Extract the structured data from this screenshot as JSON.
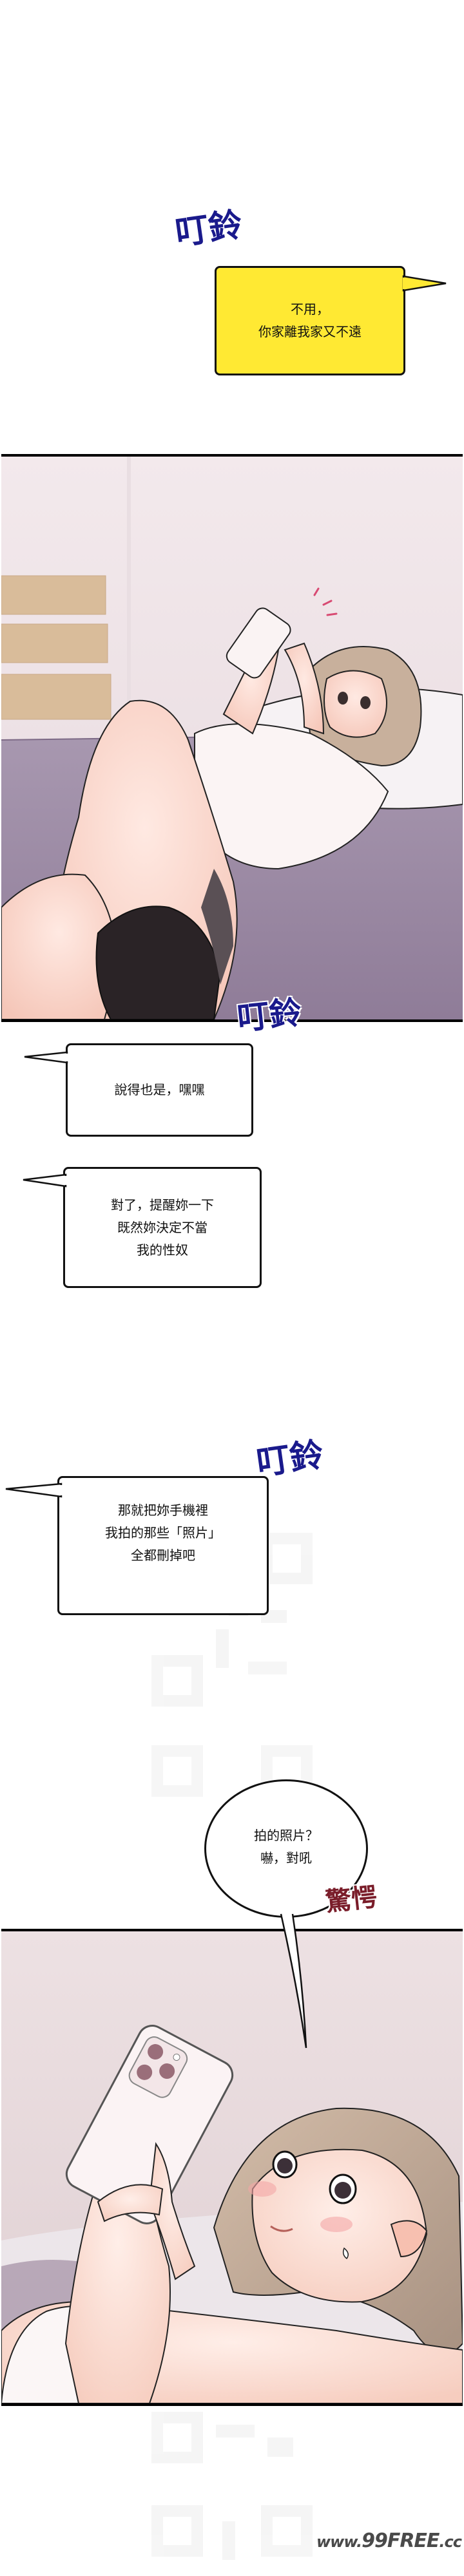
{
  "comic": {
    "sfx": {
      "ding1": "叮鈴",
      "ding2": "叮鈴",
      "ding3": "叮鈴",
      "shock": "驚愕"
    },
    "bubbles": {
      "b1": {
        "lines": [
          "不用，",
          "你家離我家又不遠"
        ],
        "style": "yellow"
      },
      "b2": {
        "lines": [
          "說得也是，嘿嘿"
        ]
      },
      "b3": {
        "lines": [
          "對了，提醒妳一下",
          "既然妳決定不當",
          "我的性奴"
        ]
      },
      "b4": {
        "lines": [
          "那就把妳手機裡",
          "我拍的那些「照片」",
          "全都刪掉吧"
        ]
      },
      "b5": {
        "lines": [
          "拍的照片？",
          "嚇，對吼"
        ],
        "style": "round"
      }
    },
    "panels": [
      {
        "scene": "woman-lying-on-bed-holding-phone",
        "wall_color": "#efe4e8",
        "bed_color": "#a58ea5"
      },
      {
        "scene": "closeup-woman-surprised-holding-phone",
        "wall_color": "#e8d8db"
      }
    ],
    "watermark": {
      "prefix": "www.",
      "brand": "99FREE",
      "suffix": ".cc"
    },
    "colors": {
      "sfx_blue": "#1a1a8c",
      "sfx_red": "#7a1d2a",
      "yellow_bubble": "#ffe933"
    }
  }
}
